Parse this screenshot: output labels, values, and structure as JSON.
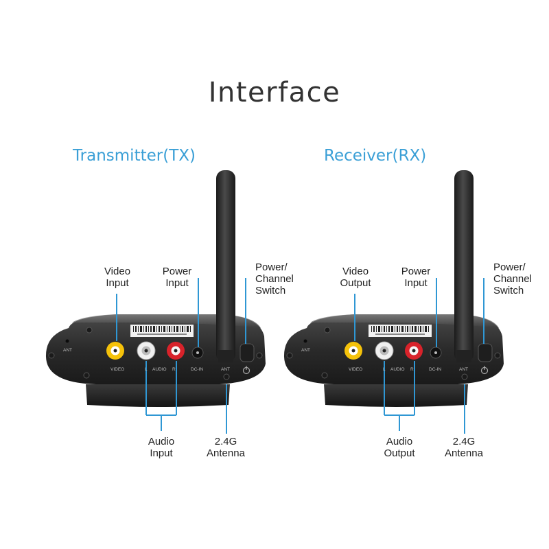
{
  "title": "Interface",
  "colors": {
    "accent": "#3a9fd6",
    "body": "#2b2b2b",
    "text": "#222222"
  },
  "transmitter": {
    "heading": "Transmitter(TX)",
    "labels": {
      "video": [
        "Video",
        "Input"
      ],
      "power": [
        "Power",
        "Input"
      ],
      "switch": [
        "Power/",
        "Channel",
        "Switch"
      ],
      "audio": [
        "Audio",
        "Input"
      ],
      "antenna": [
        "2.4G",
        "Antenna"
      ]
    },
    "panel": {
      "ant": "ANT",
      "video": "VIDEO",
      "l": "L",
      "audio": "AUDIO",
      "r": "R",
      "dcin": "DC-IN",
      "ant_bottom": "ANT"
    }
  },
  "receiver": {
    "heading": "Receiver(RX)",
    "labels": {
      "video": [
        "Video",
        "Output"
      ],
      "power": [
        "Power",
        "Input"
      ],
      "switch": [
        "Power/",
        "Channel",
        "Switch"
      ],
      "audio": [
        "Audio",
        "Output"
      ],
      "antenna": [
        "2.4G",
        "Antenna"
      ]
    },
    "panel": {
      "ant": "ANT",
      "video": "VIDEO",
      "l": "L",
      "audio": "AUDIO",
      "r": "R",
      "dcin": "DC-IN",
      "ant_bottom": "ANT"
    }
  }
}
